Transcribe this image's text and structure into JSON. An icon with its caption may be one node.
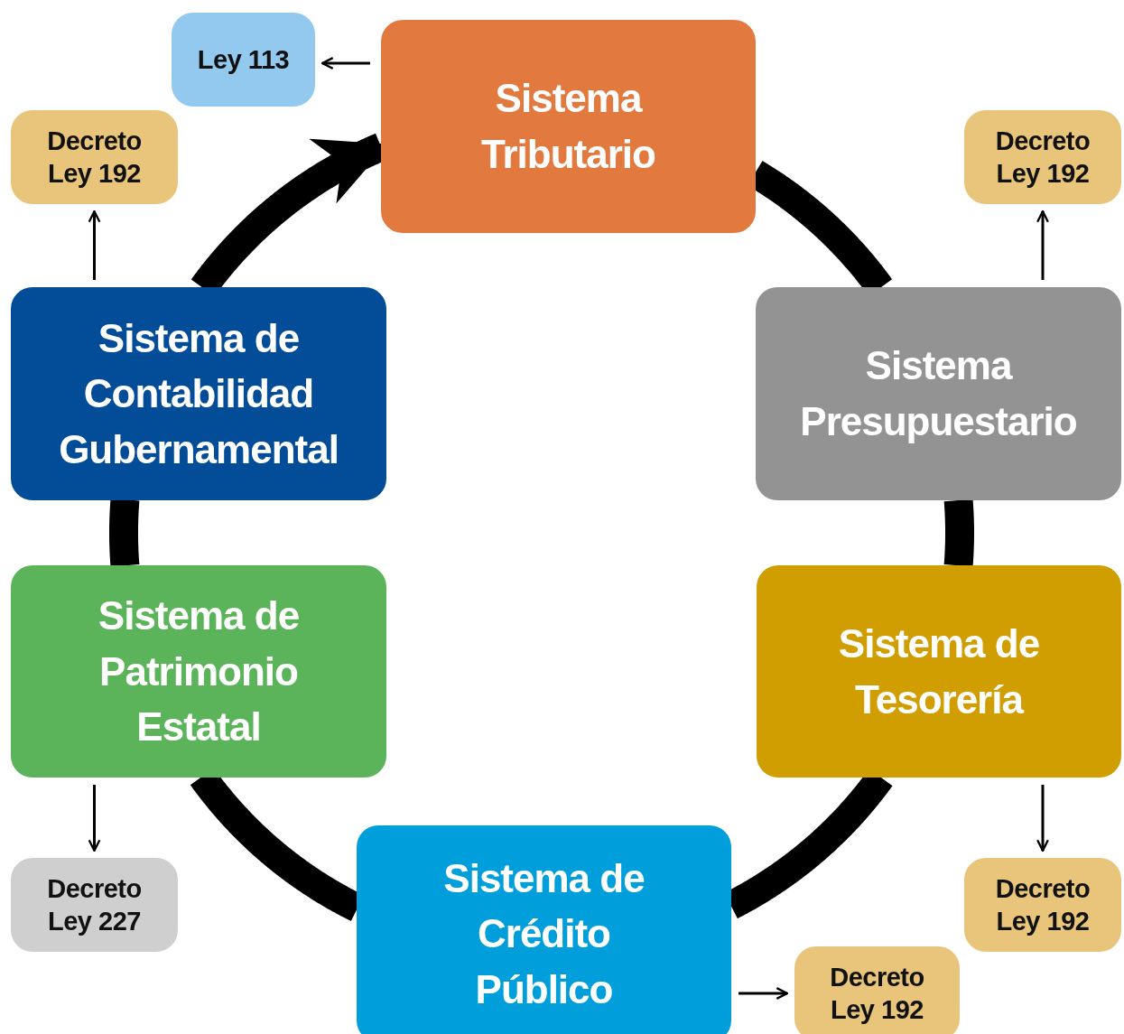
{
  "diagram": {
    "nodes": [
      {
        "text": [
          "Sistema Tributario"
        ]
      },
      {
        "text": [
          "Ley 113"
        ]
      },
      {
        "text": [
          "Decreto Ley 192"
        ]
      },
      {
        "text": [
          "Decreto Ley 192"
        ]
      },
      {
        "text": [
          "Sistema de Contabilidad Gubernamental"
        ]
      },
      {
        "text": [
          "Sistema Presupuestario"
        ]
      },
      {
        "text": [
          "Sistema de Patrimonio Estatal"
        ]
      },
      {
        "text": [
          "Sistema de Tesorería"
        ]
      },
      {
        "text": [
          "Decreto Ley 227"
        ]
      },
      {
        "text": [
          "Decreto Ley 192"
        ]
      },
      {
        "text": [
          "Sistema de Crédito Público"
        ]
      },
      {
        "text": [
          "Decreto Ley 192"
        ]
      }
    ],
    "edges": [
      {
        "from": 0,
        "to": 1,
        "arrow": "to"
      },
      {
        "from": 4,
        "to": 2,
        "arrow": "to"
      },
      {
        "from": 5,
        "to": 3,
        "arrow": "to"
      },
      {
        "from": 6,
        "to": 8,
        "arrow": "to"
      },
      {
        "from": 7,
        "to": 9,
        "arrow": "to"
      },
      {
        "from": 10,
        "to": 11,
        "arrow": "to"
      },
      {
        "from": 0,
        "to": 5,
        "arrow": "none",
        "style": "thick"
      },
      {
        "from": 5,
        "to": 7,
        "arrow": "none",
        "style": "thick"
      },
      {
        "from": 7,
        "to": 10,
        "arrow": "none",
        "style": "thick"
      },
      {
        "from": 10,
        "to": 6,
        "arrow": "none",
        "style": "thick"
      },
      {
        "from": 6,
        "to": 4,
        "arrow": "none",
        "style": "thick"
      },
      {
        "from": 4,
        "to": 0,
        "arrow": "to",
        "style": "thick"
      }
    ]
  }
}
